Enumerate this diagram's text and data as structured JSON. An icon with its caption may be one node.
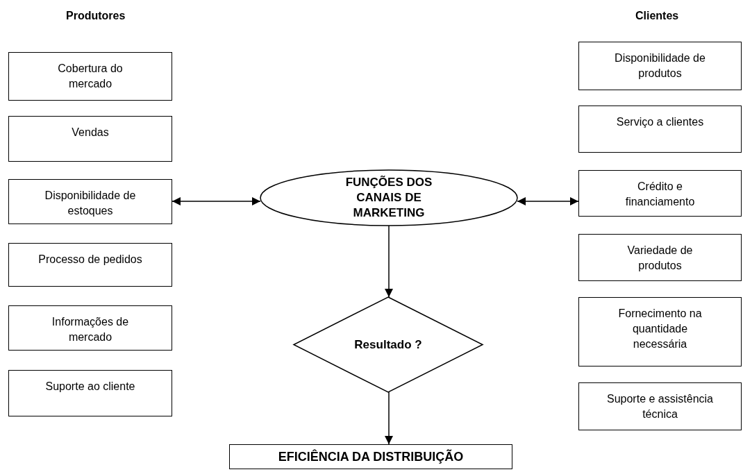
{
  "diagram": {
    "nodes": [
      {
        "text": [
          "Cobertura do mercado"
        ]
      },
      {
        "text": [
          "Vendas"
        ]
      },
      {
        "text": [
          "Disponibilidade de estoques"
        ]
      },
      {
        "text": [
          "Processo de pedidos"
        ]
      },
      {
        "text": [
          "Informações de mercado"
        ]
      },
      {
        "text": [
          "Suporte ao cliente"
        ]
      },
      {
        "text": [
          "Disponibilidade de produtos"
        ]
      },
      {
        "text": [
          "Serviço a clientes"
        ]
      },
      {
        "text": [
          "Crédito e financiamento"
        ]
      },
      {
        "text": [
          "Variedade de produtos"
        ]
      },
      {
        "text": [
          "Fornecimento na quantidade necessária"
        ]
      },
      {
        "text": [
          "Suporte e assistência técnica"
        ]
      },
      {
        "text": [
          "FUNÇÕES DOS CANAIS DE MARKETING"
        ]
      },
      {
        "text": [
          "Resultado ?"
        ]
      },
      {
        "text": [
          "EFICIÊNCIA DA DISTRIBUIÇÃO"
        ]
      }
    ],
    "edges": [
      {
        "from": 2,
        "to": 12,
        "arrow": "both"
      },
      {
        "from": 12,
        "to": 8,
        "arrow": "both"
      },
      {
        "from": 12,
        "to": 13,
        "arrow": "to"
      },
      {
        "from": 13,
        "to": 14,
        "arrow": "to"
      }
    ],
    "labels": [
      "Produtores",
      "Clientes"
    ]
  }
}
